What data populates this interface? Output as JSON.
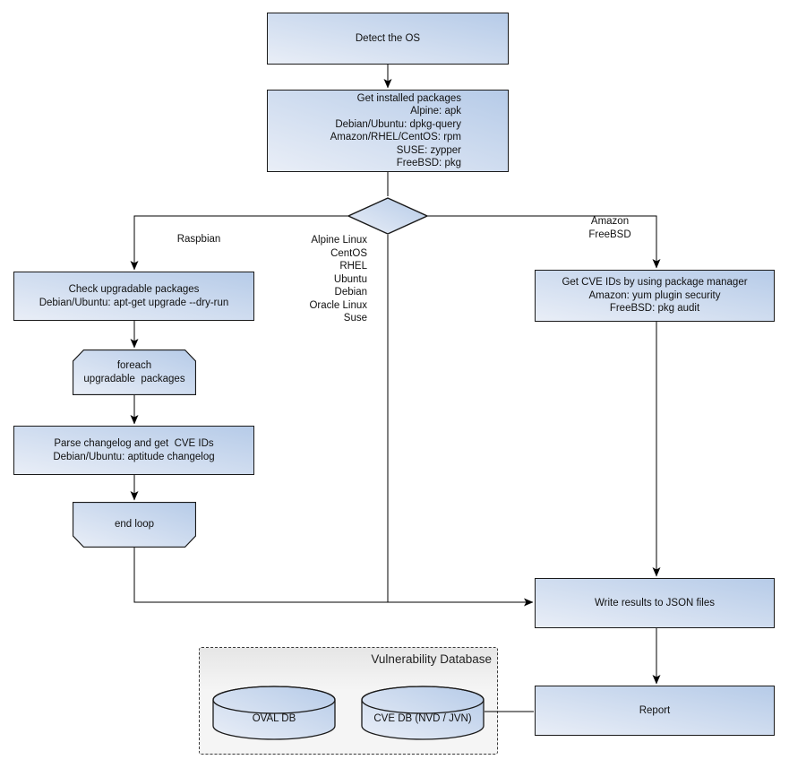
{
  "nodes": {
    "detect_os": {
      "label": "Detect the OS"
    },
    "get_installed_packages": {
      "label": "Get installed packages\nAlpine: apk\nDebian/Ubuntu: dpkg-query\nAmazon/RHEL/CentOS: rpm\nSUSE: zypper\nFreeBSD: pkg"
    },
    "check_upgradable_packages": {
      "label": "Check upgradable packages\nDebian/Ubuntu: apt-get upgrade --dry-run"
    },
    "foreach_loop_start": {
      "label": "foreach\nupgradable  packages"
    },
    "parse_changelog": {
      "label": "Parse changelog and get  CVE IDs\nDebian/Ubuntu: aptitude changelog"
    },
    "end_loop": {
      "label": "end loop"
    },
    "get_cve_ids_package_manager": {
      "label": "Get CVE IDs by using package manager\nAmazon: yum plugin security\nFreeBSD: pkg audit"
    },
    "write_results": {
      "label": "Write results to JSON files"
    },
    "report": {
      "label": "Report"
    },
    "oval_db": {
      "label": "OVAL DB"
    },
    "cve_db": {
      "label": "CVE DB (NVD / JVN)"
    },
    "vulnerability_database": {
      "title": "Vulnerability Database"
    }
  },
  "edge_labels": {
    "raspbian": "Raspbian",
    "amazon_freebsd": "Amazon\nFreeBSD",
    "other_distros": "Alpine Linux\nCentOS\nRHEL\nUbuntu\nDebian\nOracle Linux\nSuse"
  },
  "colors": {
    "canvas": "#ffffff",
    "node_fill_light": "#e9eef7",
    "node_fill_dark": "#b6cbe8",
    "node_border": "#1a1a1a",
    "connector": "#000000",
    "container_fill_top": "#e6e6e6",
    "container_fill_bottom": "#f5f5f5",
    "container_border": "#3a3a3a",
    "text": "#111111"
  }
}
